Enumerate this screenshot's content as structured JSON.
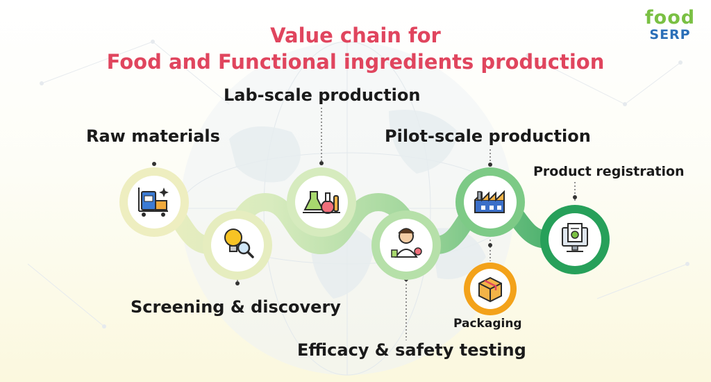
{
  "title": {
    "line1": "Value chain for",
    "line2": "Food and Functional ingredients production"
  },
  "logo": {
    "top": "food",
    "bottom": "SERP"
  },
  "stages": [
    {
      "id": "raw",
      "label": "Raw materials",
      "icon": "warehouse-trolley-icon"
    },
    {
      "id": "screen",
      "label": "Screening & discovery",
      "icon": "lightbulb-magnifier-icon"
    },
    {
      "id": "lab",
      "label": "Lab-scale production",
      "icon": "lab-glassware-icon"
    },
    {
      "id": "eff",
      "label": "Efficacy & safety testing",
      "icon": "scientist-icon"
    },
    {
      "id": "pilot",
      "label": "Pilot-scale production",
      "icon": "factory-icon"
    },
    {
      "id": "pack",
      "label": "Packaging",
      "icon": "package-box-icon"
    },
    {
      "id": "reg",
      "label": "Product registration",
      "icon": "computer-document-icon"
    }
  ],
  "colors": {
    "title": "#e0455e",
    "ring_start": "#eeeec0",
    "ring_end": "#27a05a",
    "packaging_ring": "#f3a21a"
  }
}
